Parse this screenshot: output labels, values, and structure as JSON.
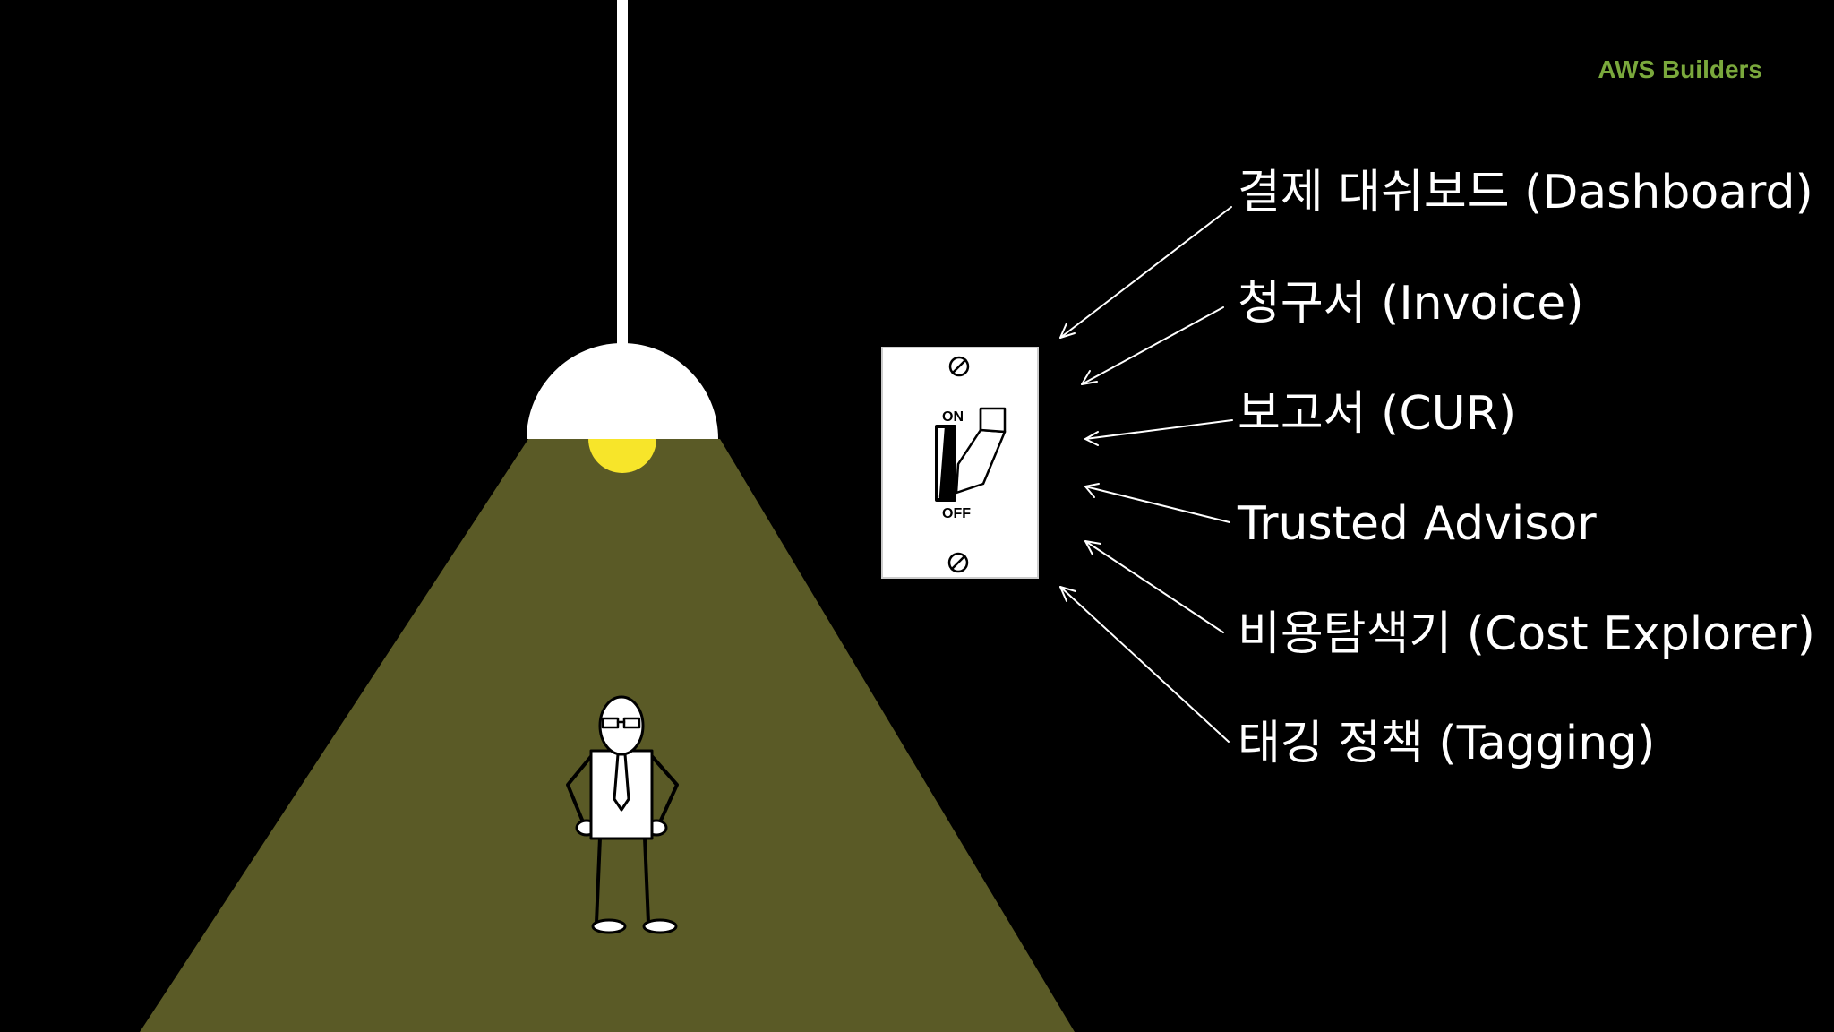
{
  "slide": {
    "brand": "AWS Builders",
    "labels": [
      "결제 대쉬보드 (Dashboard)",
      "청구서 (Invoice)",
      "보고서 (CUR)",
      "Trusted Advisor",
      "비용탐색기 (Cost Explorer)",
      "태깅 정책 (Tagging)"
    ],
    "switch": {
      "on_label": "ON",
      "off_label": "OFF",
      "state": "on"
    },
    "colors": {
      "background": "#000000",
      "light_beam": "#5a5a26",
      "bulb": "#f7e52a",
      "brand": "#7aa83c",
      "text": "#ffffff"
    },
    "icons": {
      "lamp": "pendant-lamp-icon",
      "switch": "light-switch-icon",
      "person": "stick-figure-person-icon",
      "arrow": "arrow-icon"
    }
  }
}
